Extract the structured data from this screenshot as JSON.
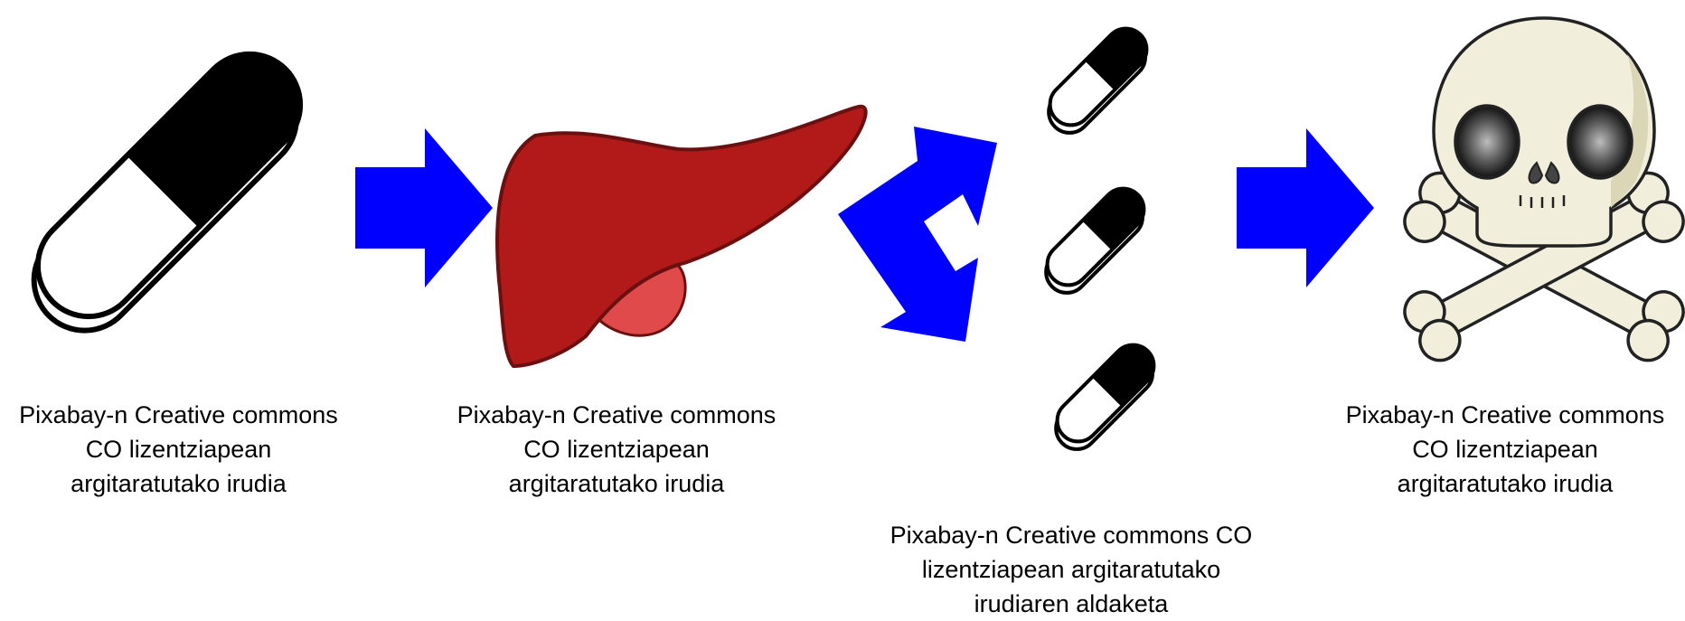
{
  "colors": {
    "arrow": "#0000ff",
    "pill_dark": "#000000",
    "pill_light": "#ffffff",
    "liver": "#b21a19",
    "gallbladder": "#e04a4a",
    "skull": "#f1efdc",
    "skull_shade": "#dad6b6"
  },
  "icons": [
    "pill-icon",
    "arrow-right-icon",
    "liver-icon",
    "cycle-arrows-icon",
    "small-pill-icon",
    "skull-crossbones-icon"
  ],
  "captions": {
    "pill": {
      "line1": "Pixabay-n Creative commons",
      "line2": "CO lizentziapean",
      "line3": "argitaratutako irudia"
    },
    "liver": {
      "line1": "Pixabay-n Creative commons",
      "line2": "CO lizentziapean",
      "line3": "argitaratutako irudia"
    },
    "pills": {
      "line1": "Pixabay-n Creative commons CO",
      "line2": "lizentziapean argitaratutako",
      "line3": "irudiaren aldaketa"
    },
    "skull": {
      "line1": "Pixabay-n Creative commons",
      "line2": "CO lizentziapean",
      "line3": "argitaratutako irudia"
    }
  }
}
